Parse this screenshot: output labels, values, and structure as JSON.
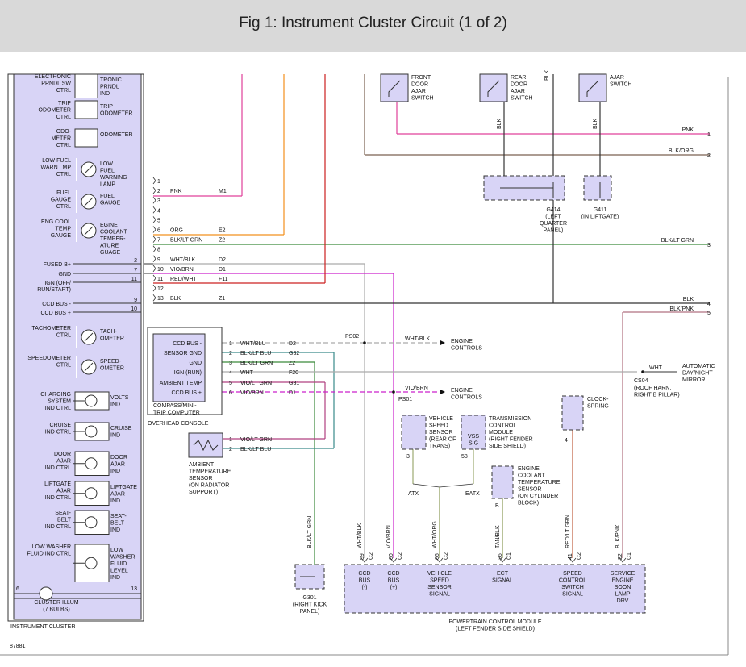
{
  "title": "Fig 1: Instrument Cluster Circuit (1 of 2)",
  "figure_number": "87881",
  "instrument_cluster": {
    "name": "INSTRUMENT CLUSTER",
    "rows": [
      {
        "left": [
          "ELECTRONIC",
          "PRNDL SW",
          "CTRL"
        ],
        "right": [
          "TRONIC",
          "PRNDL",
          "IND"
        ]
      },
      {
        "left": [
          "TRIP",
          "ODOMETER",
          "CTRL"
        ],
        "right": [
          "TRIP",
          "ODOMETER"
        ]
      },
      {
        "left": [
          "ODO-",
          "METER",
          "CTRL"
        ],
        "right": [
          "ODOMETER"
        ]
      },
      {
        "left": [
          "LOW FUEL",
          "WARN LMP",
          "CTRL"
        ],
        "right": [
          "LOW",
          "FUEL",
          "WARNING",
          "LAMP"
        ]
      },
      {
        "left": [
          "FUEL",
          "GAUGE",
          "CTRL"
        ],
        "right": [
          "FUEL",
          "GAUGE"
        ]
      },
      {
        "left": [
          "ENG COOL",
          "TEMP",
          "GAUGE"
        ],
        "right": [
          "EGINE",
          "COOLANT",
          "TEMPER-",
          "ATURE",
          "GUAGE"
        ]
      },
      {
        "left": [
          "TACHOMETER",
          "CTRL"
        ],
        "right": [
          "TACH-",
          "OMETER"
        ]
      },
      {
        "left": [
          "SPEEDOMETER",
          "CTRL"
        ],
        "right": [
          "SPEED-",
          "OMETER"
        ]
      },
      {
        "left": [
          "CHARGING",
          "SYSTEM",
          "IND CTRL"
        ],
        "right": [
          "VOLTS",
          "IND"
        ]
      },
      {
        "left": [
          "CRUISE",
          "IND CTRL"
        ],
        "right": [
          "CRUISE",
          "IND"
        ]
      },
      {
        "left": [
          "DOOR",
          "AJAR",
          "IND CTRL"
        ],
        "right": [
          "DOOR",
          "AJAR",
          "IND"
        ]
      },
      {
        "left": [
          "LIFTGATE",
          "AJAR",
          "IND CTRL"
        ],
        "right": [
          "LIFTGATE",
          "AJAR",
          "IND"
        ]
      },
      {
        "left": [
          "SEAT-",
          "BELT",
          "IND CTRL"
        ],
        "right": [
          "SEAT-",
          "BELT",
          "IND"
        ]
      },
      {
        "left": [
          "LOW WASHER",
          "FLUID IND CTRL"
        ],
        "right": [
          "LOW",
          "WASHER",
          "FLUID",
          "LEVEL",
          "IND"
        ]
      }
    ],
    "power_pins": [
      {
        "label": "FUSED B+",
        "pin": "2"
      },
      {
        "label": "GND",
        "pin": "7"
      },
      {
        "label": "IGN (OFF/",
        "label2": "RUN/START)",
        "pin": "11"
      },
      {
        "label": "CCD BUS -",
        "pin": "9"
      },
      {
        "label": "CCD BUS +",
        "pin": "10"
      }
    ],
    "cluster_illum": [
      "CLUSTER ILLUM",
      "(7 BULBS)"
    ],
    "illum_pin_left": "6",
    "illum_pin_right": "13"
  },
  "connector_pins": [
    {
      "pin": "1",
      "color": "",
      "circuit": ""
    },
    {
      "pin": "2",
      "color": "PNK",
      "circuit": "M1"
    },
    {
      "pin": "3",
      "color": "",
      "circuit": ""
    },
    {
      "pin": "4",
      "color": "",
      "circuit": ""
    },
    {
      "pin": "5",
      "color": "",
      "circuit": ""
    },
    {
      "pin": "6",
      "color": "ORG",
      "circuit": "E2"
    },
    {
      "pin": "7",
      "color": "BLK/LT GRN",
      "circuit": "Z2"
    },
    {
      "pin": "8",
      "color": "",
      "circuit": ""
    },
    {
      "pin": "9",
      "color": "WHT/BLK",
      "circuit": "D2"
    },
    {
      "pin": "10",
      "color": "VIO/BRN",
      "circuit": "D1"
    },
    {
      "pin": "11",
      "color": "RED/WHT",
      "circuit": "F11"
    },
    {
      "pin": "12",
      "color": "",
      "circuit": ""
    },
    {
      "pin": "13",
      "color": "BLK",
      "circuit": "Z1"
    }
  ],
  "switches": {
    "front_door": [
      "FRONT",
      "DOOR",
      "AJAR",
      "SWITCH"
    ],
    "rear_door": [
      "REAR",
      "DOOR",
      "AJAR",
      "SWITCH"
    ],
    "liftgate": [
      "AJAR",
      "SWITCH"
    ]
  },
  "wire_labels": {
    "blk": "BLK",
    "pnk": "PNK",
    "blk_org": "BLK/ORG",
    "blk_lt_grn": "BLK/LT GRN",
    "blk_pnk": "BLK/PNK",
    "wht": "WHT",
    "wht_blk": "WHT/BLK",
    "vio_brn": "VIO/BRN",
    "blk_lt_grn_v": "BLK/LT GRN",
    "wht_blk_v": "WHT/BLK",
    "vio_brn_v": "VIO/BRN",
    "wht_org_v": "WHT/ORG",
    "tan_blk_v": "TAN/BLK",
    "red_lt_grn_v": "RED/LT GRN",
    "blk_pnk_v": "BLK/PNK"
  },
  "right_edge_numbers": [
    "1",
    "2",
    "3",
    "4",
    "5"
  ],
  "grounds": {
    "g414": [
      "G414",
      "(LEFT",
      "QUARTER",
      "PANEL)"
    ],
    "g411": [
      "G411",
      "(IN LIFTGATE)"
    ],
    "g301": [
      "G301",
      "(RIGHT KICK",
      "PANEL)"
    ]
  },
  "compass": {
    "pins": [
      {
        "label": "CCD BUS -",
        "pin": "1",
        "color": "WHT/BLU",
        "circuit": "D2"
      },
      {
        "label": "SENSOR GND",
        "pin": "2",
        "color": "BLK/LT BLU",
        "circuit": "G32"
      },
      {
        "label": "GND",
        "pin": "3",
        "color": "BLK/LT GRN",
        "circuit": "Z2"
      },
      {
        "label": "IGN (RUN)",
        "pin": "4",
        "color": "WHT",
        "circuit": "F20"
      },
      {
        "label": "AMBIENT TEMP",
        "pin": "5",
        "color": "VIO/LT GRN",
        "circuit": "G31"
      },
      {
        "label": "CCD BUS +",
        "pin": "6",
        "color": "VIO/BRN",
        "circuit": "D1"
      }
    ],
    "name": [
      "COMPASS/MINI-",
      "TRIP COMPUTER"
    ],
    "console": "OVERHEAD CONSOLE"
  },
  "ambient_sensor": {
    "pins": [
      {
        "pin": "1",
        "color": "VIO/LT GRN"
      },
      {
        "pin": "2",
        "color": "BLK/LT BLU"
      }
    ],
    "name": [
      "AMBIENT",
      "TEMPERATURE",
      "SENSOR",
      "(ON RADIATOR",
      "SUPPORT)"
    ]
  },
  "splices": {
    "ps02": "PS02",
    "ps01": "PS01",
    "cs04": "CS04",
    "cs04_desc": [
      "(ROOF HARN,",
      "RIGHT B PILLAR)"
    ]
  },
  "engine_controls": [
    "ENGINE",
    "CONTROLS"
  ],
  "auto_mirror": [
    "AUTOMATIC",
    "DAY/NIGHT",
    "MIRROR"
  ],
  "clockspring": [
    "CLOCK-",
    "SPRING"
  ],
  "clockspring_pin": "4",
  "vehicle_speed_sensor": [
    "VEHICLE",
    "SPEED",
    "SENSOR",
    "(REAR OF",
    "TRANS)"
  ],
  "vss_pin": "3",
  "tcm": [
    "TRANSMISSION",
    "CONTROL",
    "MODULE",
    "(RIGHT FENDER",
    "SIDE SHIELD)"
  ],
  "tcm_inner": [
    "VSS",
    "SIG"
  ],
  "tcm_pin": "58",
  "ect_sensor": [
    "ENGINE",
    "COOLANT",
    "TEMPERATURE",
    "SENSOR",
    "(ON CYLINDER",
    "BLOCK)"
  ],
  "ect_pin": "B",
  "atx": "ATX",
  "eatx": "EATX",
  "pcm": {
    "name": [
      "POWERTRAIN CONTROL MODULE",
      "(LEFT FENDER SIDE SHIELD)"
    ],
    "pins": [
      {
        "pin": "59",
        "conn": "C2",
        "label": [
          "CCD",
          "BUS",
          "(-)"
        ]
      },
      {
        "pin": "60",
        "conn": "C2",
        "label": [
          "CCD",
          "BUS",
          "(+)"
        ]
      },
      {
        "pin": "66",
        "conn": "C2",
        "label": [
          "VEHICLE",
          "SPEED",
          "SENSOR",
          "SIGNAL"
        ]
      },
      {
        "pin": "26",
        "conn": "C1",
        "label": [
          "ECT",
          "SIGNAL"
        ]
      },
      {
        "pin": "41",
        "conn": "C2",
        "label": [
          "SPEED",
          "CONTROL",
          "SWITCH",
          "SIGNAL"
        ]
      },
      {
        "pin": "22",
        "conn": "C1",
        "label": [
          "SERVICE",
          "ENGINE",
          "SOON",
          "LAMP",
          "DRV"
        ]
      }
    ]
  }
}
